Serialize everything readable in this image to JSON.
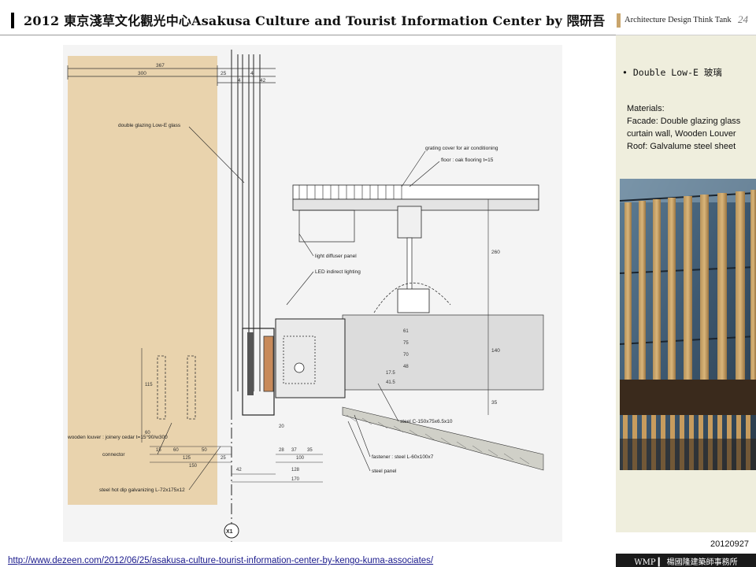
{
  "header": {
    "title": "2012 東京淺草文化觀光中心Asakusa Culture and Tourist Information Center by 隈研吾",
    "tagline": "Architecture Design Think Tank",
    "page_number": "24"
  },
  "side_panel": {
    "heading": "• Double Low-E 玻璃",
    "materials": [
      "Materials:",
      "Facade: Double glazing glass",
      "curtain wall, Wooden Louver",
      "Roof: Galvalume steel sheet"
    ]
  },
  "drawing": {
    "labels": {
      "glass": "double glazing Low-E glass",
      "grating": "grating cover for air conditioning",
      "floor": "floor : oak flooring t=15",
      "diffuser": "light diffuser panel",
      "led": "LED indirect lighting",
      "louver": "wooden louver : joinery cedar  t=15°90/w300",
      "connector": "connector",
      "steel_hot": "steel hot dip galvanizing L-72x175x12",
      "steel_c": "steel C-150x75x6.5x10",
      "fastener": "fastener : steel L-60x100x7",
      "steel_panel": "steel panel",
      "grid_marker": "X1"
    },
    "dims": {
      "d367": "367",
      "d300": "300",
      "d25": "25",
      "d4": "4",
      "d42": "42",
      "d260": "260",
      "d140": "140",
      "d35": "35",
      "d115": "115",
      "d60": "60",
      "d15": "15",
      "d60b": "60",
      "d50": "50",
      "d125": "125",
      "d150": "150",
      "d20": "20",
      "d28": "28",
      "d37": "37",
      "d35b": "35",
      "d100": "100",
      "d128": "128",
      "d170": "170",
      "d61": "61",
      "d75": "75",
      "d70": "70",
      "d48": "48",
      "d175": "17.5",
      "d415": "41.5"
    }
  },
  "footer": {
    "url": "http://www.dezeen.com/2012/06/25/asakusa-culture-tourist-information-center-by-kengo-kuma-associates/",
    "date": "20120927",
    "brand": "WMP ▎ 楊國隆建築師事務所"
  }
}
